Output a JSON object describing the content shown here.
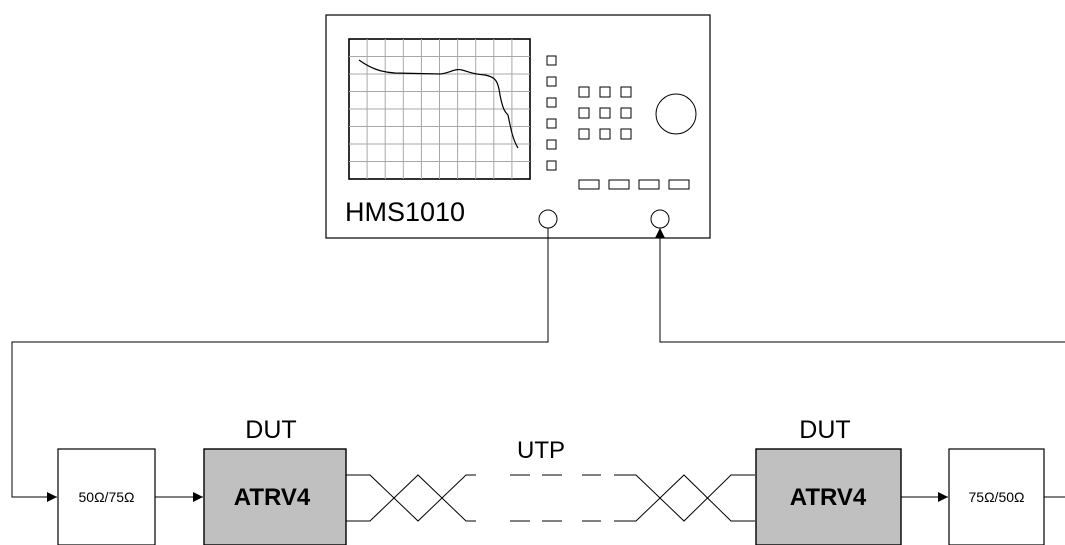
{
  "instrument": {
    "label": "HMS1010"
  },
  "left_chain": {
    "dut_label": "DUT",
    "device_label": "ATRV4",
    "converter_label": "50Ω/75Ω"
  },
  "right_chain": {
    "dut_label": "DUT",
    "device_label": "ATRV4",
    "converter_label": "75Ω/50Ω"
  },
  "cable": {
    "label": "UTP"
  },
  "colors": {
    "line": "#000000",
    "screen_grid": "#a8a8a8",
    "device_fill": "#c0c0c0",
    "background": "#ffffff"
  }
}
